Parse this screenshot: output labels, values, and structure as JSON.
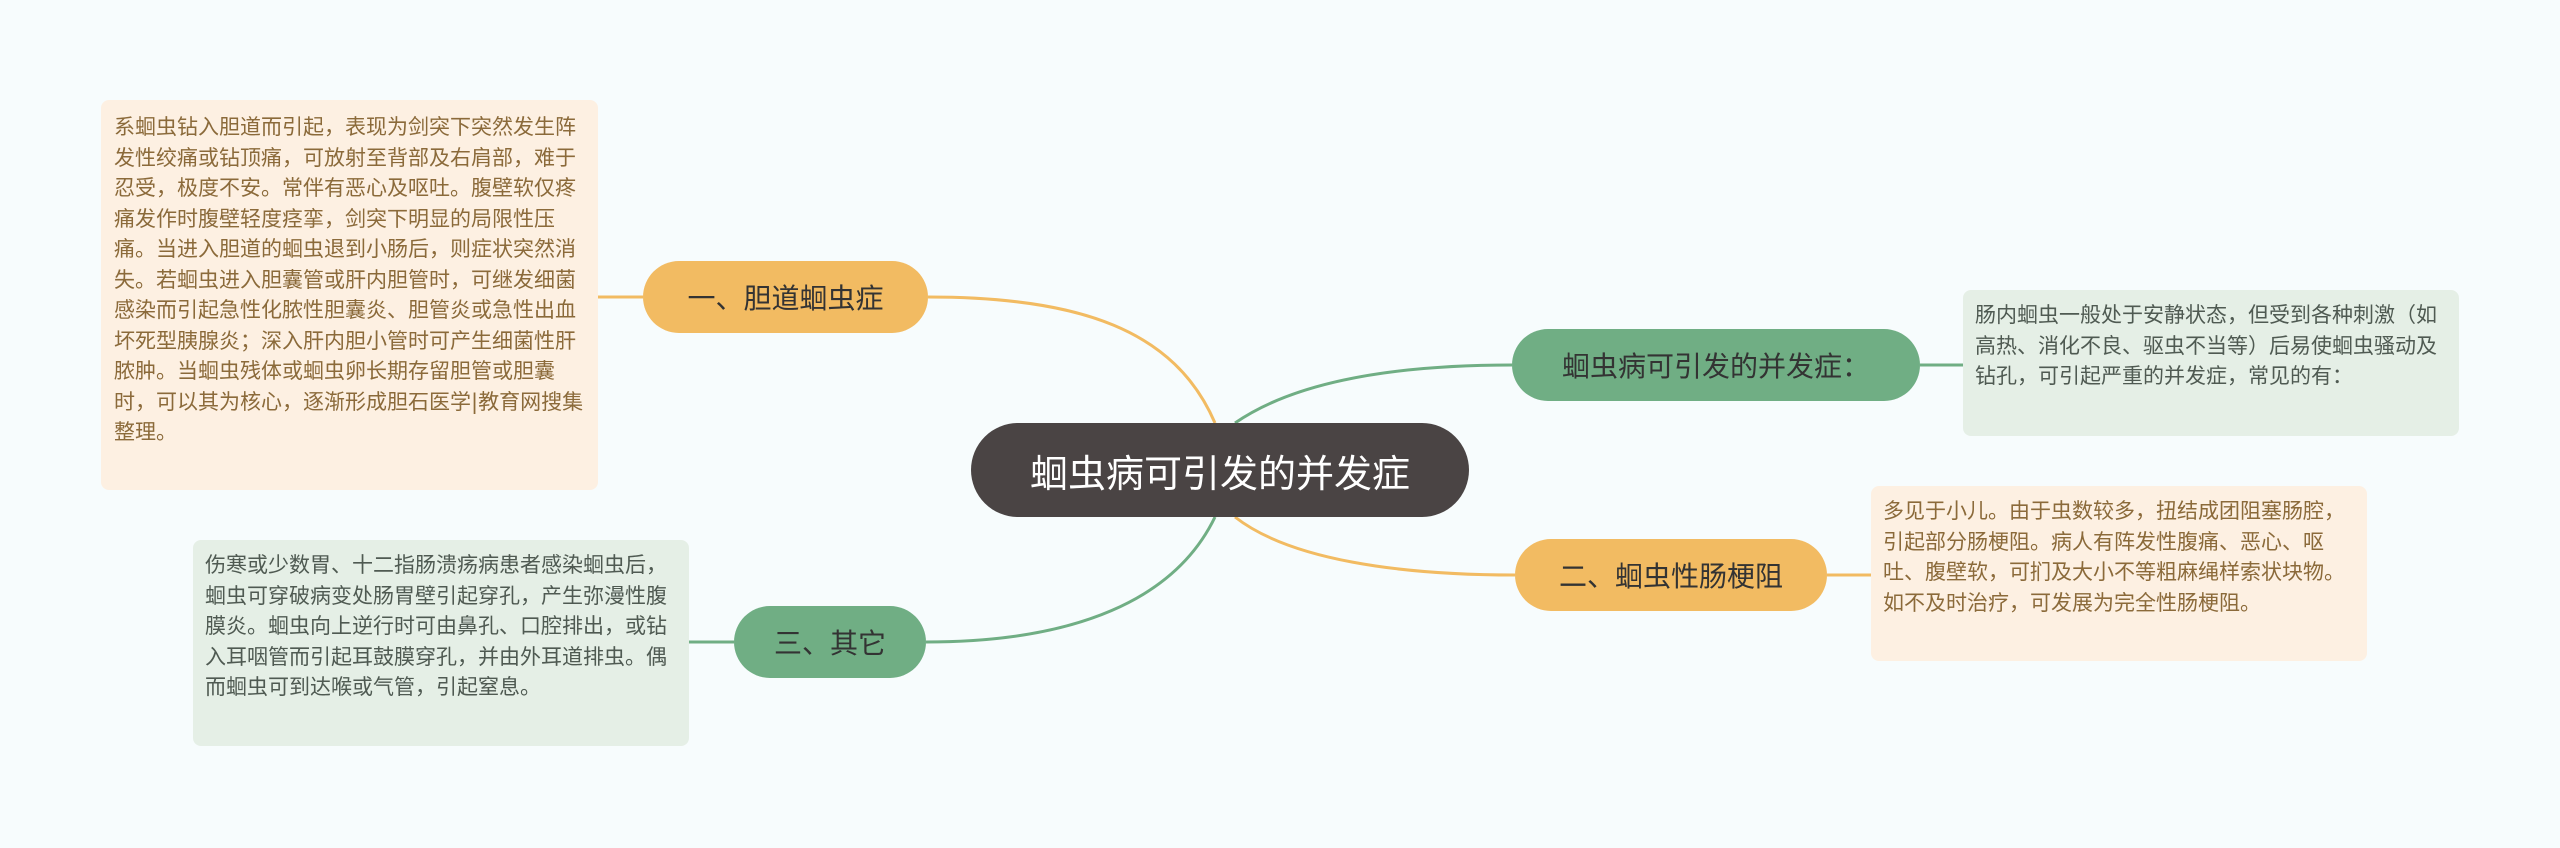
{
  "root": {
    "label": "蛔虫病可引发的并发症"
  },
  "branches": [
    {
      "label": "一、胆道蛔虫症",
      "color": "#f2bb62"
    },
    {
      "label": "蛔虫病可引发的并发症：",
      "color": "#70ae84"
    },
    {
      "label": "二、蛔虫性肠梗阻",
      "color": "#f2bb62"
    },
    {
      "label": "三、其它",
      "color": "#70ae84"
    }
  ],
  "notes": [
    {
      "text": "系蛔虫钻入胆道而引起，表现为剑突下突然发生阵发性绞痛或钻顶痛，可放射至背部及右肩部，难于忍受，极度不安。常伴有恶心及呕吐。腹壁软仅疼痛发作时腹壁轻度痉挛，剑突下明显的局限性压痛。当进入胆道的蛔虫退到小肠后，则症状突然消失。若蛔虫进入胆囊管或肝内胆管时，可继发细菌感染而引起急性化脓性胆囊炎、胆管炎或急性出血坏死型胰腺炎；深入肝内胆小管时可产生细菌性肝脓肿。当蛔虫残体或蛔虫卵长期存留胆管或胆囊时，可以其为核心，逐渐形成胆石医学|教育网搜集整理。"
    },
    {
      "text": "肠内蛔虫一般处于安静状态，但受到各种刺激（如高热、消化不良、驱虫不当等）后易使蛔虫骚动及钻孔，可引起严重的并发症，常见的有："
    },
    {
      "text": "多见于小儿。由于虫数较多，扭结成团阻塞肠腔，引起部分肠梗阻。病人有阵发性腹痛、恶心、呕吐、腹壁软，可扪及大小不等粗麻绳样索状块物。如不及时治疗，可发展为完全性肠梗阻。"
    },
    {
      "text": "伤寒或少数胃、十二指肠溃疡病患者感染蛔虫后，蛔虫可穿破病变处肠胃壁引起穿孔，产生弥漫性腹膜炎。蛔虫向上逆行时可由鼻孔、口腔排出，或钻入耳咽管而引起耳鼓膜穿孔，并由外耳道排虫。偶而蛔虫可到达喉或气管，引起窒息。"
    }
  ]
}
